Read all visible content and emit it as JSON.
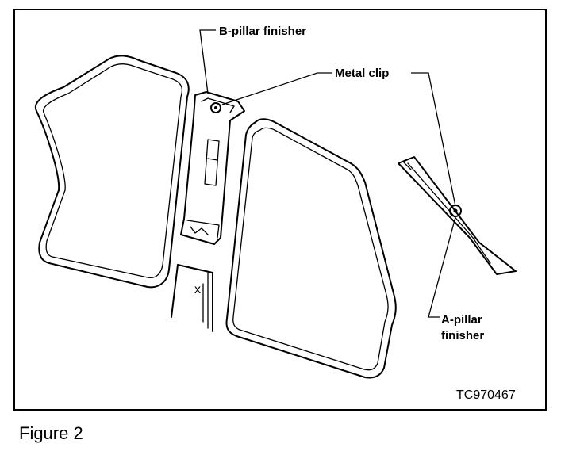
{
  "labels": {
    "b_pillar": "B-pillar finisher",
    "metal_clip": "Metal clip",
    "a_pillar_line1": "A-pillar",
    "a_pillar_line2": "finisher",
    "drawing_code": "TC970467",
    "small_mark": "x"
  },
  "caption": "Figure 2"
}
